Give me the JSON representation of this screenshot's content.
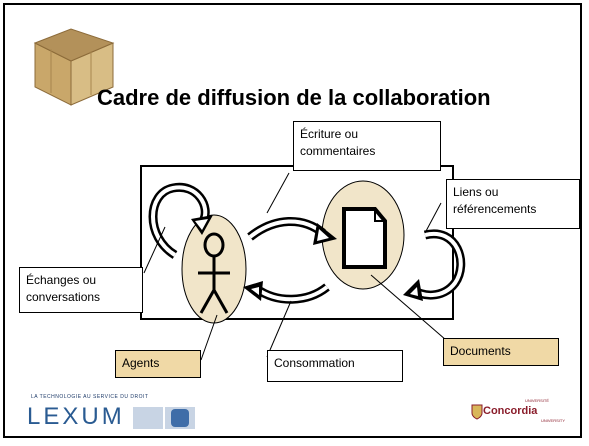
{
  "slide": {
    "title": "Cadre de diffusion de la collaboration"
  },
  "labels": {
    "ecriture": [
      "Écriture ou",
      "commentaires"
    ],
    "liens": [
      "Liens ou",
      "référencements"
    ],
    "echanges": [
      "Échanges ou",
      "conversations"
    ],
    "agents": "Agents",
    "consommation": "Consommation",
    "documents": "Documents"
  },
  "logos": {
    "lexum_tagline": "LA TECHNOLOGIE AU SERVICE DU DROIT",
    "lexum_name": "LEXUM",
    "concordia_top": "UNIVERSITÉ",
    "concordia_name": "Concordia",
    "concordia_bottom": "UNIVERSITY"
  },
  "colors": {
    "ellipse_fill": "#f1e5c9",
    "label_tan": "#f0d9a6",
    "lexum_blue": "#2a5b92",
    "concordia_red": "#8a1d2b"
  }
}
